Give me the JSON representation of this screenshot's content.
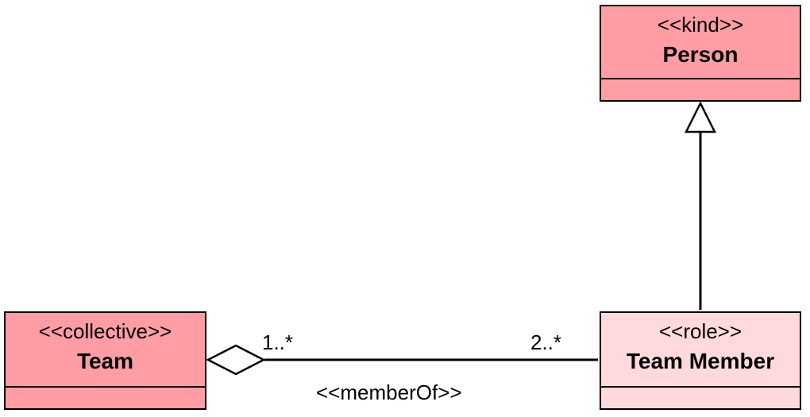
{
  "classes": {
    "person": {
      "stereotype": "<<kind>>",
      "name": "Person",
      "fill": "#FF9DA4"
    },
    "team": {
      "stereotype": "<<collective>>",
      "name": "Team",
      "fill": "#FF9DA4"
    },
    "team_member": {
      "stereotype": "<<role>>",
      "name": "Team Member",
      "fill": "#FFD9DC"
    }
  },
  "associations": {
    "member_of": {
      "stereotype": "<<memberOf>>",
      "multiplicity_team_end": "1..*",
      "multiplicity_member_end": "2..*"
    }
  }
}
